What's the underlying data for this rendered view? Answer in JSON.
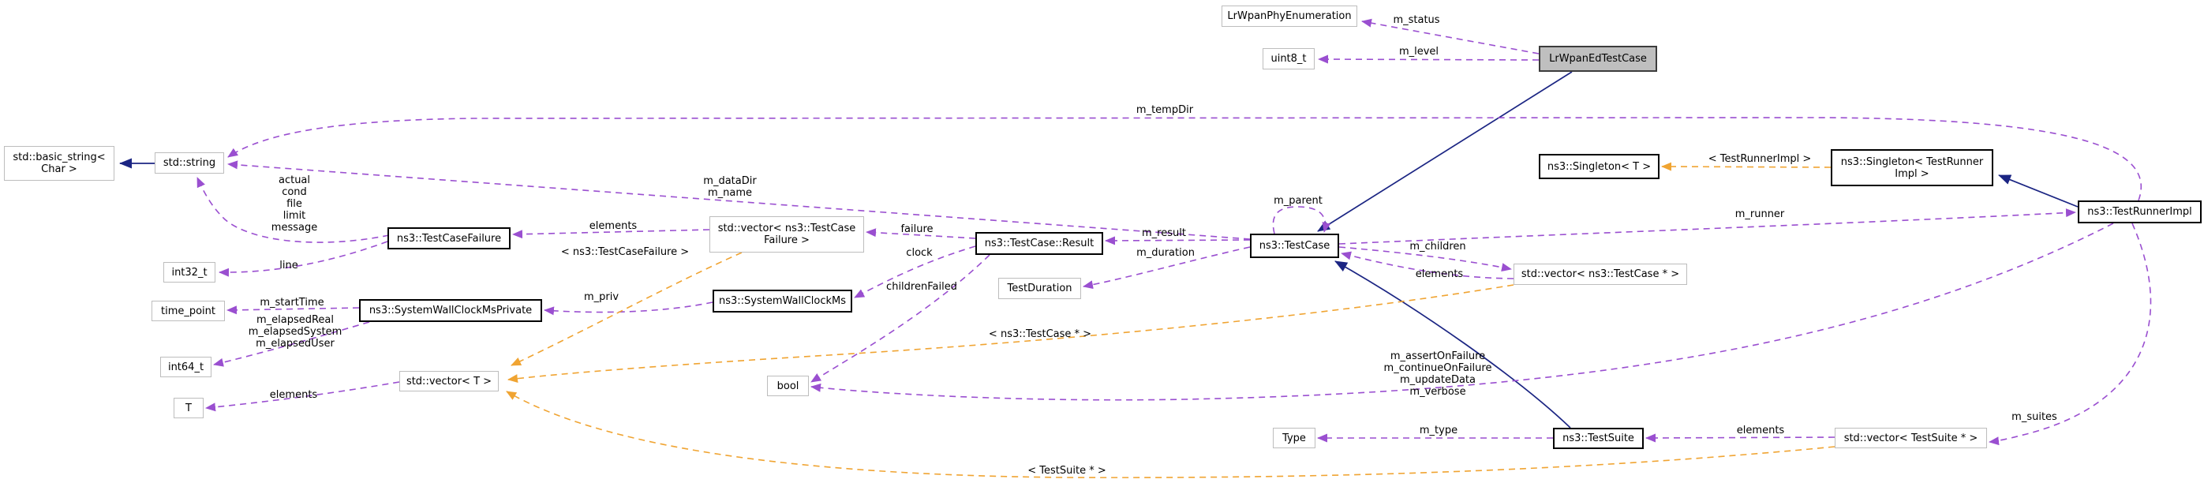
{
  "nodes": {
    "basic_string": {
      "label": "std::basic_string<\nChar >"
    },
    "std_string": {
      "label": "std::string"
    },
    "lrwpan_phy_enumeration": {
      "label": "LrWpanPhyEnumeration"
    },
    "uint8_t": {
      "label": "uint8_t"
    },
    "lrwpan_ed_test_case": {
      "label": "LrWpanEdTestCase"
    },
    "test_case_failure": {
      "label": "ns3::TestCaseFailure"
    },
    "int32_t": {
      "label": "int32_t"
    },
    "time_point": {
      "label": "time_point"
    },
    "system_wall_clock_ms_private": {
      "label": "ns3::SystemWallClockMsPrivate"
    },
    "int64_t": {
      "label": "int64_t"
    },
    "vector_t": {
      "label": "std::vector< T >"
    },
    "t": {
      "label": "T"
    },
    "vector_test_case_failure": {
      "label": "std::vector< ns3::TestCase\nFailure >"
    },
    "system_wall_clock_ms": {
      "label": "ns3::SystemWallClockMs"
    },
    "test_case_result": {
      "label": "ns3::TestCase::Result"
    },
    "test_duration": {
      "label": "TestDuration"
    },
    "bool": {
      "label": "bool"
    },
    "test_case": {
      "label": "ns3::TestCase"
    },
    "vector_test_case_ptr": {
      "label": "std::vector< ns3::TestCase * >"
    },
    "singleton_t": {
      "label": "ns3::Singleton< T >"
    },
    "singleton_test_runner_impl": {
      "label": "ns3::Singleton< TestRunner\nImpl >"
    },
    "test_runner_impl": {
      "label": "ns3::TestRunnerImpl"
    },
    "type": {
      "label": "Type"
    },
    "test_suite": {
      "label": "ns3::TestSuite"
    },
    "vector_test_suite_ptr": {
      "label": "std::vector< TestSuite * >"
    }
  },
  "edge_labels": {
    "m_status": "m_status",
    "m_level": "m_level",
    "m_tempDir": "m_tempDir",
    "m_dataDir_m_name": "m_dataDir\nm_name",
    "string_members": "actual\ncond\nfile\nlimit\nmessage",
    "line": "line",
    "elements_failure": "elements",
    "tpl_test_case_failure": "< ns3::TestCaseFailure >",
    "m_priv": "m_priv",
    "m_startTime": "m_startTime",
    "elapsed_members": "m_elapsedReal\nm_elapsedSystem\nm_elapsedUser",
    "failure": "failure",
    "clock": "clock",
    "childrenFailed": "childrenFailed",
    "tpl_test_case_ptr": "< ns3::TestCase * >",
    "m_result": "m_result",
    "m_duration": "m_duration",
    "m_parent": "m_parent",
    "m_children": "m_children",
    "elements_children": "elements",
    "m_runner": "m_runner",
    "tpl_test_runner_impl": "< TestRunnerImpl >",
    "bool_members": "m_assertOnFailure\nm_continueOnFailure\nm_updateData\nm_verbose",
    "m_type": "m_type",
    "elements_suites": "elements",
    "m_suites": "m_suites",
    "elements_vector_t": "elements",
    "tpl_test_suite_ptr": "< TestSuite * >"
  },
  "colors": {
    "usage_edge": "#9a4fd0",
    "template_edge": "#f0a432",
    "inheritance_edge": "#1b2583",
    "current_node_fill": "#bfbfbf",
    "plain_node_border": "#bdbdbd",
    "bold_node_border": "#000000"
  }
}
